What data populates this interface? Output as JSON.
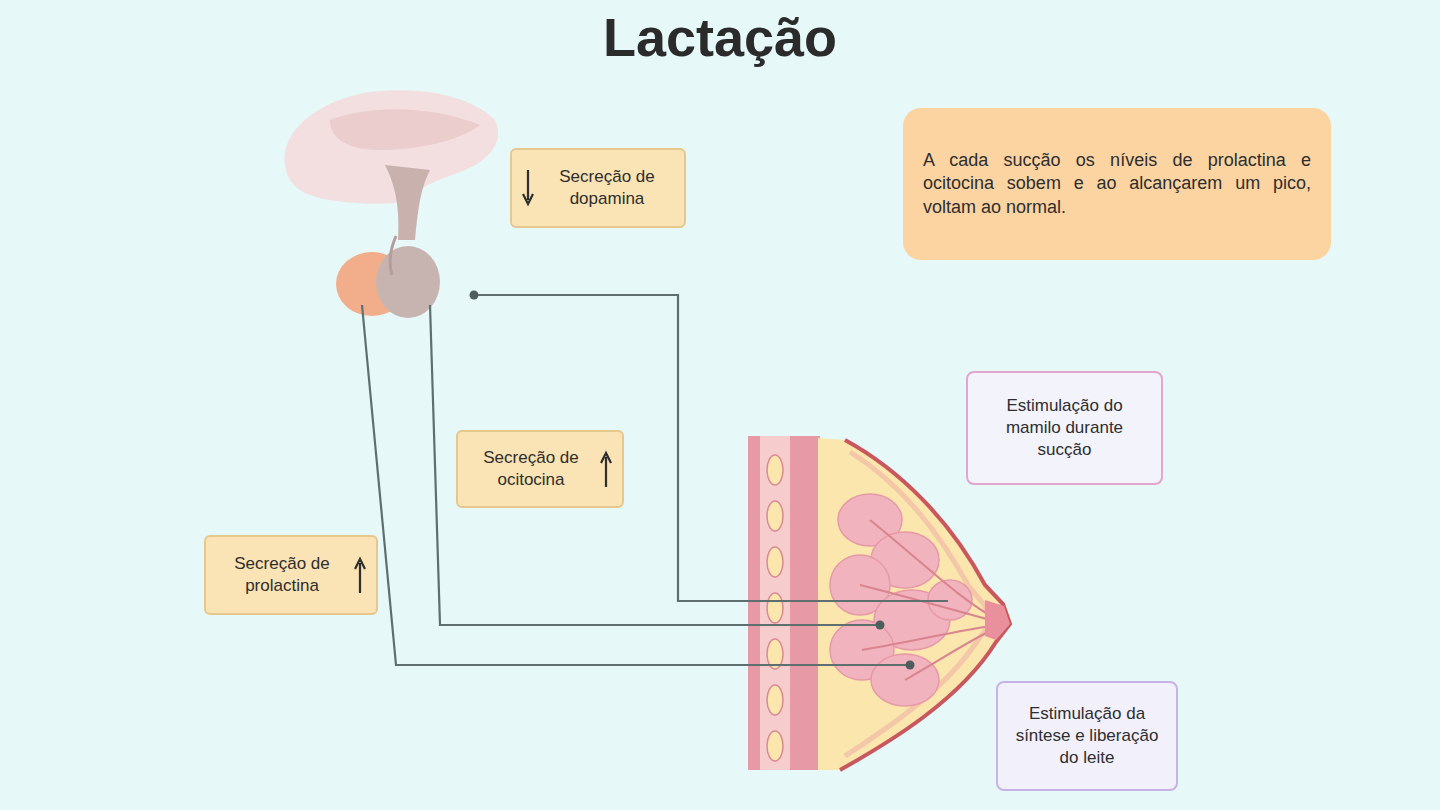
{
  "diagram": {
    "title": "Lactação",
    "nodes": [
      {
        "text": [
          "Secreção de dopamina"
        ]
      },
      {
        "text": [
          "A cada sucção os níveis de prolactina e ocitocina sobem e ao alcançarem um pico, voltam ao normal."
        ]
      },
      {
        "text": [
          "Estimulação do mamilo durante sucção"
        ]
      },
      {
        "text": [
          "Secreção de ocitocina"
        ]
      },
      {
        "text": [
          "Secreção de prolactina"
        ]
      },
      {
        "text": [
          "Estimulação da síntese e liberação do leite"
        ]
      }
    ]
  }
}
